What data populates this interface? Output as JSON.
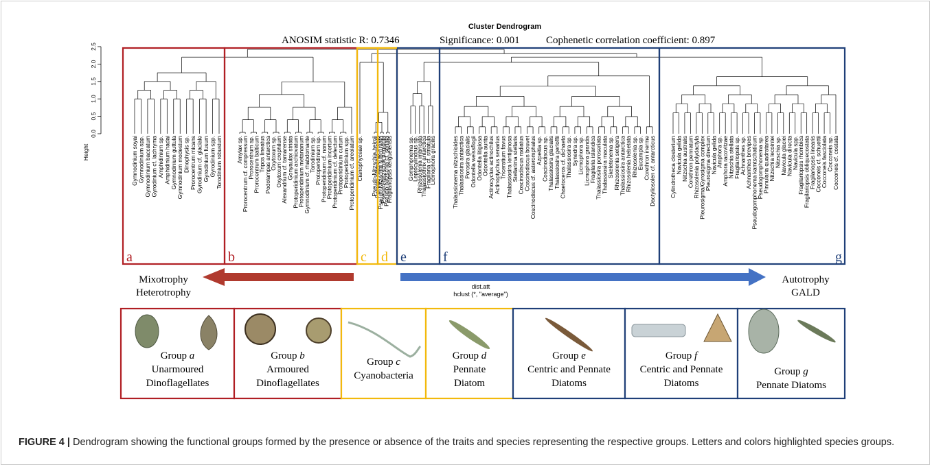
{
  "figure": {
    "title": "Cluster Dendrogram",
    "stats": {
      "anosim": "ANOSIM statistic R: 0.7346",
      "significance": "Significance: 0.001",
      "cophenetic": "Cophenetic correlation coefficient: 0.897"
    },
    "y_axis": {
      "label": "Height",
      "ticks": [
        "0.0",
        "0.5",
        "1.0",
        "1.5",
        "2.0",
        "2.5"
      ]
    },
    "x_label": {
      "line1": "dist.att",
      "line2": "hclust (*, \"average\")"
    },
    "arrows": {
      "left_label": [
        "Mixotrophy",
        "Heterotrophy"
      ],
      "right_label": [
        "Autotrophy",
        "GALD"
      ],
      "left_color": "#b03a2e",
      "right_color": "#4472c4"
    },
    "colors": {
      "red": "#b01e23",
      "yellow": "#f2b90c",
      "blue": "#1f3f78"
    },
    "cluster_letters": [
      "a",
      "b",
      "c",
      "d",
      "e",
      "f",
      "g"
    ],
    "leaves": {
      "a": [
        "Gymnodinium soyai",
        "Gymnodinium spp.",
        "Gymnodinium baccatum",
        "Gyrodinium cf. lachryma",
        "Amphidinium sp.",
        "Amphidinium hadai",
        "Gymnodinium guttula",
        "Gymnodinium modestum",
        "Dinophysis sp.",
        "Prorocentrum micans",
        "Gyrodinium cf. glaciale",
        "Gyrodinium fusum",
        "Gyrodinium spp.",
        "Torodinium robustum"
      ],
      "b": [
        "Amylax sp.",
        "Prorocentrum cf. compressum",
        "Prorocentrum sp.",
        "Prorocentrum balticum",
        "Tripos lineatus",
        "Podolampas antarctica",
        "Oxytoxum sp.",
        "Oxytoxum crophilum",
        "Alexandrium cf. tamarense",
        "Gonyaulax striata",
        "Protoperidinium archiovatum",
        "Protoperidinium metananum",
        "Gymnodinium cf. rhabdomante",
        "Torodinium sp.",
        "Protoperidinium sp.",
        "Protoperidinium cf. nanum",
        "Protoperidinium incertum",
        "Protoperidinium cf. defectum",
        "Protoperidinium curtum",
        "Protoperidinium spp.",
        "Protoperidinium cf. areolatum"
      ],
      "c": [
        "Cianophyceae sp."
      ],
      "d": [
        "Pseudo-Nitzschia heimii",
        "Pseudo-Nitzschia lineola",
        "Pseudo-Nitzschia subcurvata",
        "Pseudo-Nitzschia turgidula",
        "Pseudo-Nitzschia cf. seriata",
        "Fragilariopsis kerguelensis"
      ],
      "e": [
        "Gomphonema sp.",
        "Leptocylindrus sp.",
        "Rhizosolenia imbricata",
        "Thalassiothrix antarctica",
        "Fragilaria cf. striatula",
        "Licmophora gracilis"
      ],
      "f": [
        "Thalassionema nitzschioides",
        "Thalassiosira antarctica",
        "Porosira glacialis",
        "Odontella weissflogii",
        "Odontella litigiosa",
        "Odontella aurita",
        "Actinocyclus actinochilus",
        "Actinoptychus senarius",
        "Triceratium favus",
        "Thalassiosira lentiginosa",
        "Stellarima stellaris",
        "Coscinodiscus radiatus",
        "Coscinodiscus bouvet",
        "Coscinodiscus cf. asteromphalus",
        "Azpeitia sp.",
        "Coscinodiscus sp.",
        "Thalassiosira glacialis",
        "Thalassiosira gerloffii",
        "Chaetoceros cf. dichaeta",
        "Thalassiosira sp.",
        "Synedra sp.",
        "Licmophora sp.",
        "Licmophora grandis",
        "Fragilaria islandica",
        "Thalassiosira poroseriata",
        "Thalassiosira maculata",
        "Skeletonema sp.",
        "Rhizosolenia setigera",
        "Thalassiosira antarctica",
        "Rhizosolenia hebetata",
        "Rhizosolenia sp.",
        "Eucampia sp.",
        "Corethron inerme",
        "Dactyliosolen cf. antarcticus"
      ],
      "g": [
        "Cylindrotheca closterium",
        "Navicula gelida",
        "Nitzschia australis",
        "Corethron pennatum",
        "Rhizosolenia polydactyla",
        "Pleurosigma/Gyrosigma complex",
        "Pleurosigma directum",
        "Navicula gelida",
        "Amphora sp.",
        "Amphora racovitzae",
        "Nitzschia stellata",
        "Fragilariopsis sp.",
        "Achnanthes sp.",
        "Achnanthes brevipes",
        "Pseudogomphonema kamtschaticum",
        "Pseudogomphonema sp.",
        "Pinnularia quadratarea",
        "Nitzschia lecointei",
        "Nitzschia sp.",
        "Navicula glaciei",
        "Navicula directa",
        "Navicula spp.",
        "Fragilariopsis rhombica",
        "Fragilariopsis obliquecostata",
        "Fragilariopsis linearis",
        "Cocconeis cf. schuettii",
        "Cocconeis fasciolata",
        "Cocconeis sp.",
        "Cocconeis cf. costata"
      ]
    },
    "groups": [
      {
        "group": "Group",
        "letter": "a",
        "lines": [
          "Unarmoured",
          "Dinoflagellates"
        ]
      },
      {
        "group": "Group",
        "letter": "b",
        "lines": [
          "Armoured",
          "Dinoflagellates"
        ]
      },
      {
        "group": "Group",
        "letter": "c",
        "lines": [
          "Cyanobacteria"
        ]
      },
      {
        "group": "Group",
        "letter": "d",
        "lines": [
          "Pennate",
          "Diatom"
        ]
      },
      {
        "group": "Group",
        "letter": "e",
        "lines": [
          "Centric and Pennate",
          "Diatoms"
        ]
      },
      {
        "group": "Group",
        "letter": "f",
        "lines": [
          "Centric and Pennate",
          "Diatoms"
        ]
      },
      {
        "group": "Group",
        "letter": "g",
        "lines": [
          "Pennate Diatoms"
        ]
      }
    ]
  },
  "caption": {
    "label": "FIGURE 4 |",
    "text": " Dendrogram showing the functional groups formed by the presence or absence of the traits and species representing the respective groups. Letters and colors highlighted species groups."
  }
}
